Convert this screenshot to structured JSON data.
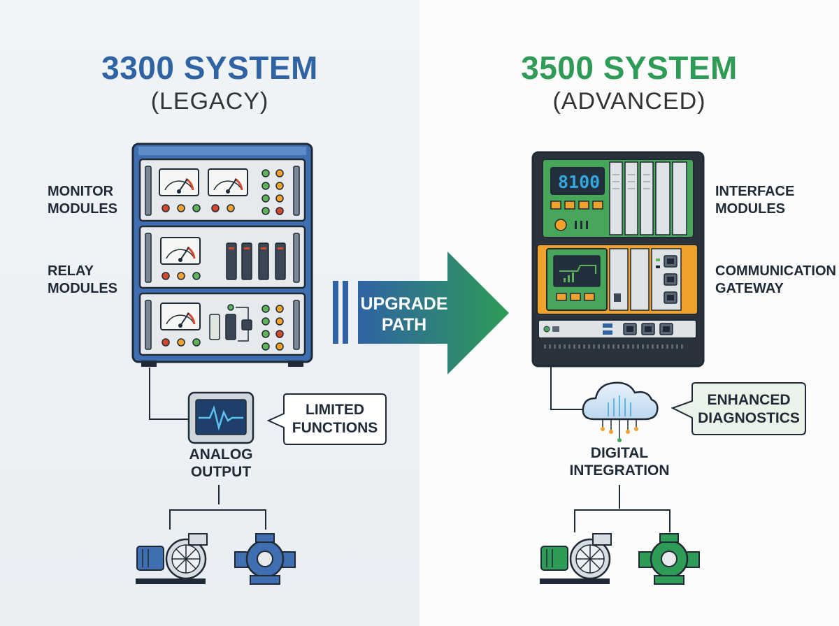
{
  "legacy": {
    "title": "3300 SYSTEM",
    "subtitle": "(LEGACY)",
    "label_monitor": "MONITOR\nMODULES",
    "label_relay": "RELAY\nMODULES",
    "callout": "LIMITED\nFUNCTIONS",
    "output_label": "ANALOG\nOUTPUT",
    "color": "#2f63a3"
  },
  "advanced": {
    "title": "3500 SYSTEM",
    "subtitle": "(ADVANCED)",
    "label_interface": "INTERFACE\nMODULES",
    "label_comm": "COMMUNICATION\nGATEWAY",
    "callout": "ENHANCED\nDIAGNOSTICS",
    "output_label": "DIGITAL\nINTEGRATION",
    "display_readout": "8100",
    "color": "#2e9b57"
  },
  "upgrade": {
    "label": "UPGRADE\nPATH"
  },
  "icons": [
    "analog-meter-icon",
    "waveform-monitor-icon",
    "cloud-icon",
    "pump-icon",
    "motor-icon"
  ]
}
